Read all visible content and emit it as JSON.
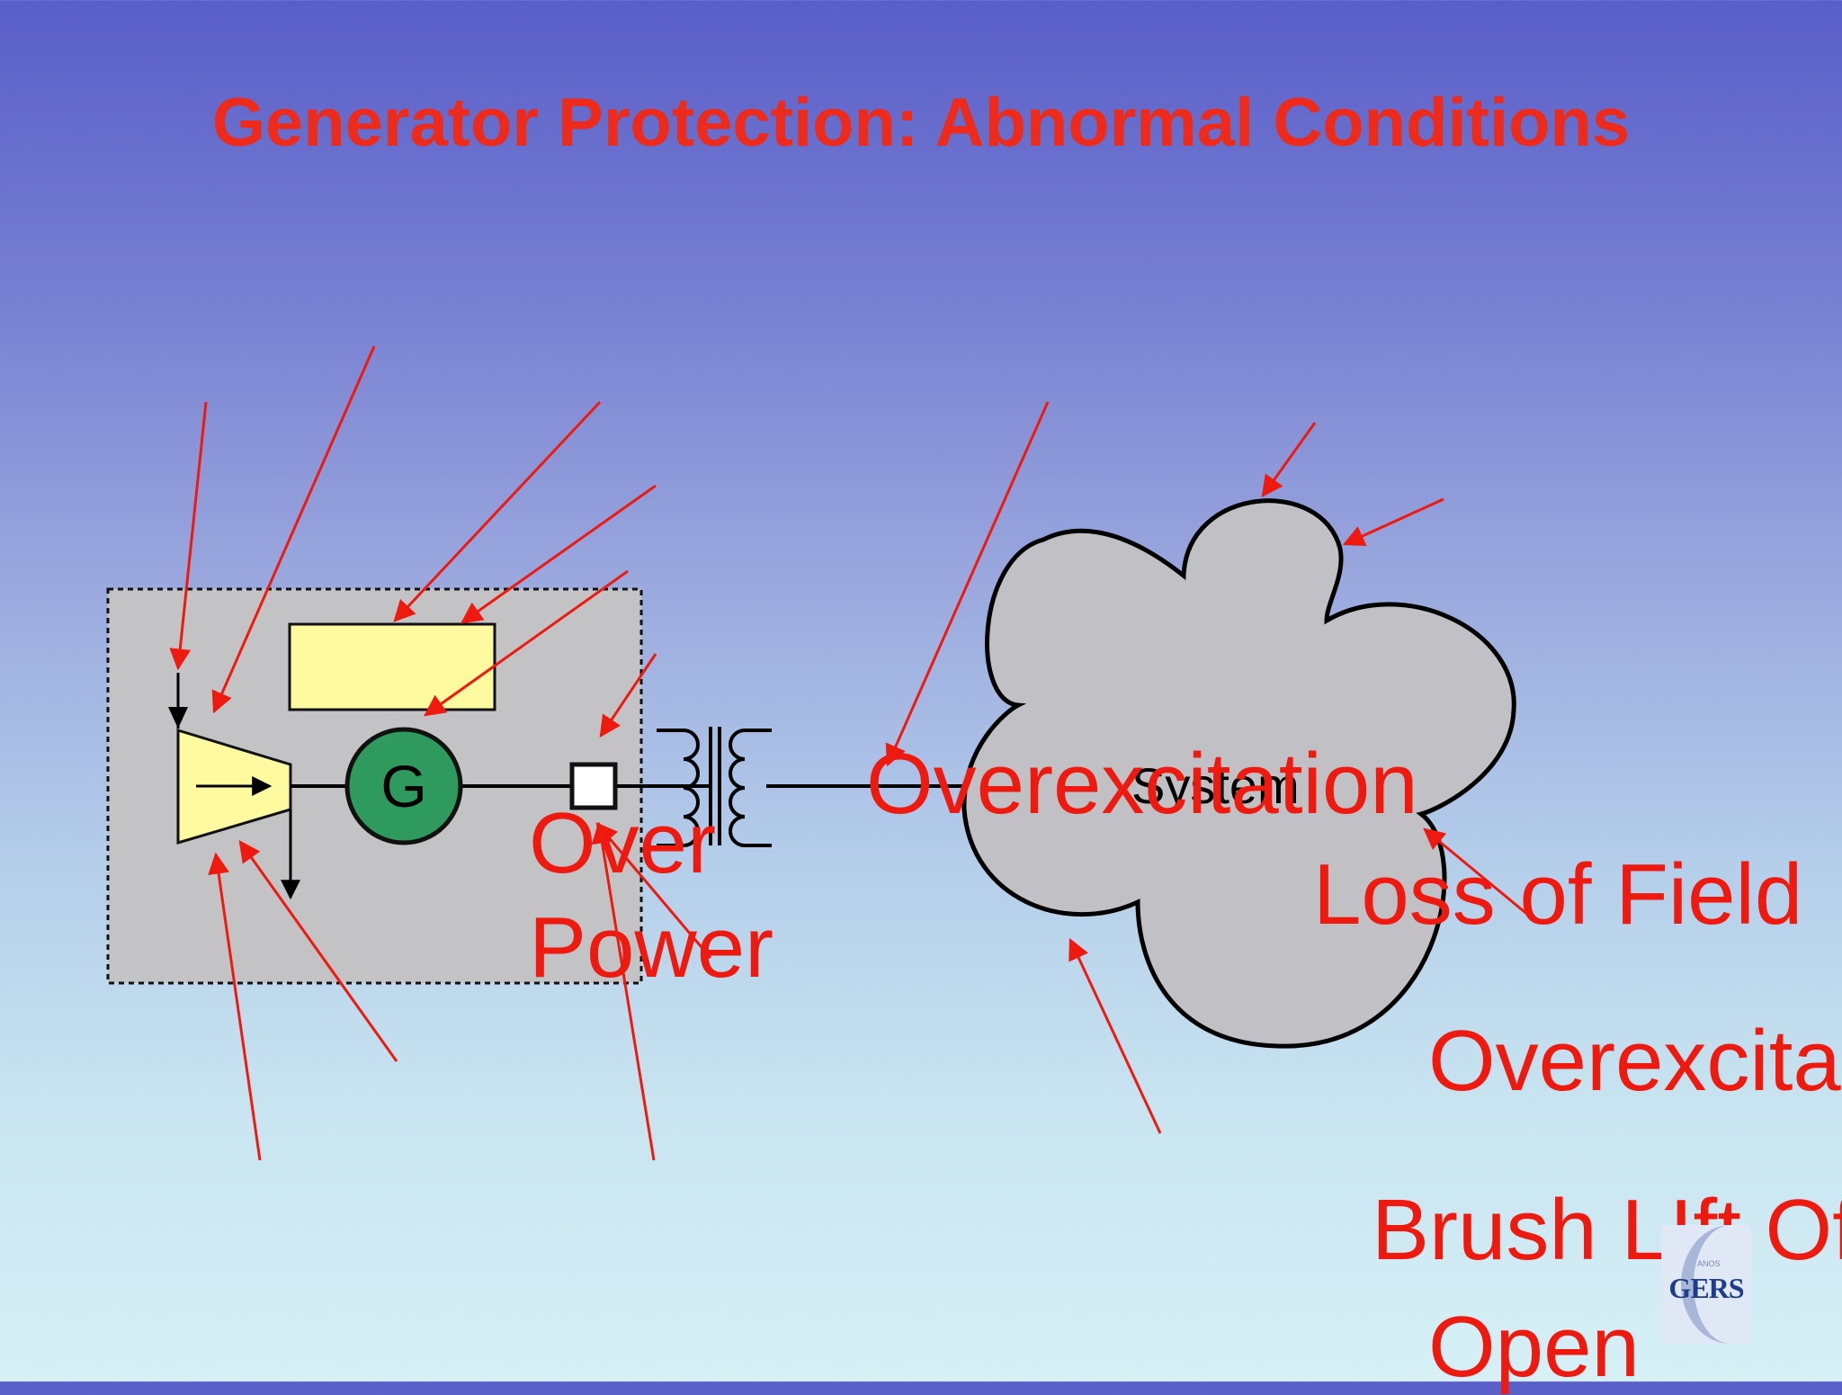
{
  "slide": {
    "title": "Generator Protection: Abnormal Conditions"
  },
  "diagram": {
    "generator_label": "G",
    "system_label": "System"
  },
  "labels": {
    "over_power_line1": "Over",
    "over_power_line2": "Power",
    "overexcitation_top": "Overexcitation",
    "loss_of_field": "Loss of Field",
    "overexcitation_right": "Overexcita",
    "brush_lift_off": "Brush LIft Of",
    "open": "Open"
  },
  "logo": {
    "anos": "ANOS",
    "name": "GERS"
  },
  "colors": {
    "title": "#ee2a1b",
    "arrow": "#ee1a10",
    "generator_fill": "#2e9a5e",
    "turbine_fill": "#fffaa0",
    "exciter_fill": "#fffaa0",
    "panel_fill": "#c3c3c6",
    "cloud_fill": "#c1c0c4"
  }
}
